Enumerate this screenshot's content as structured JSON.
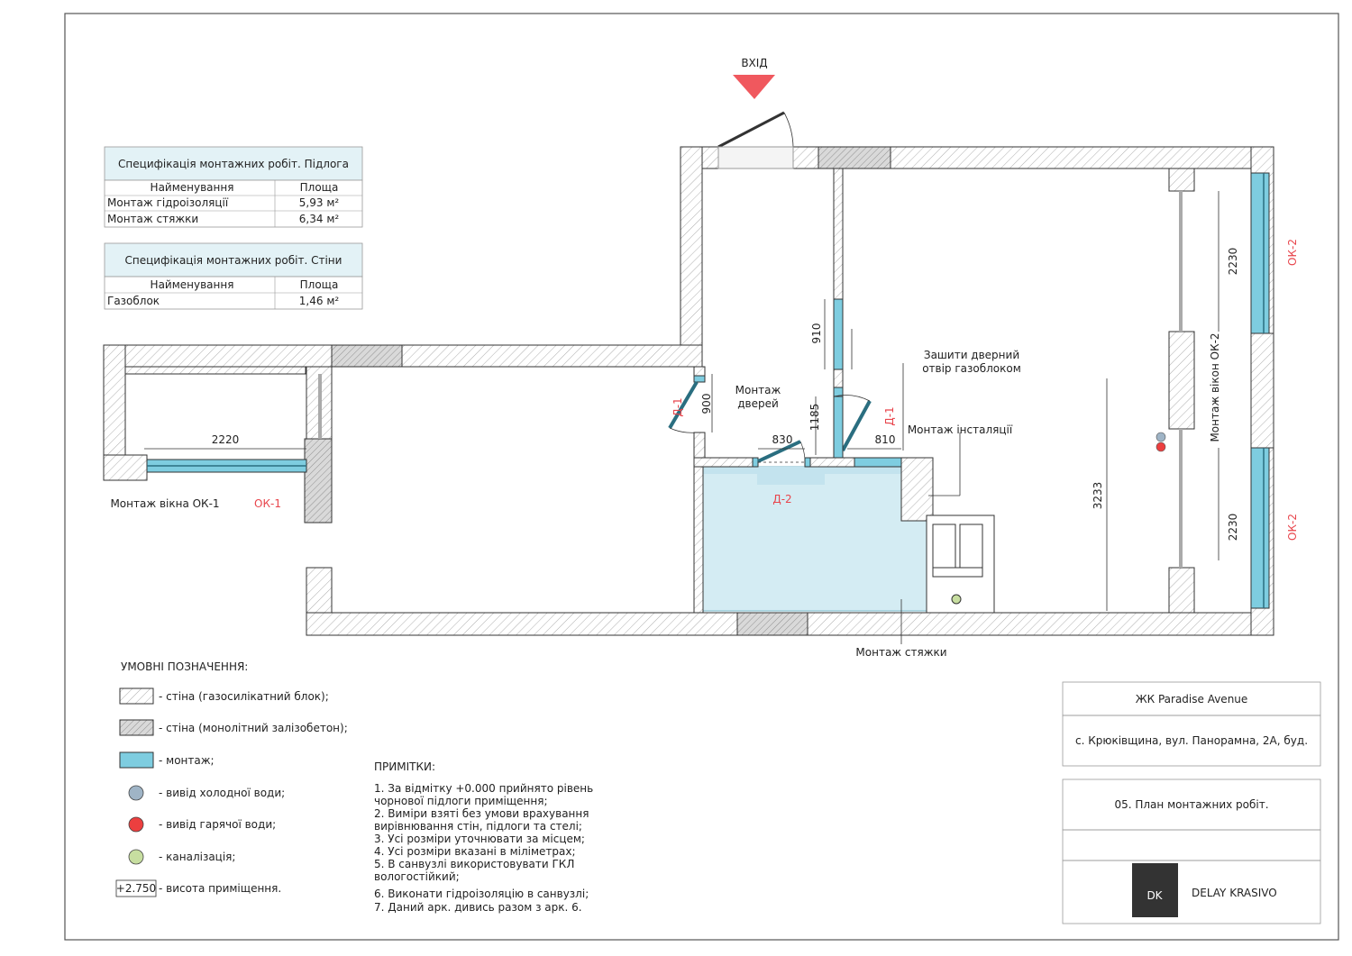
{
  "entry_label": "ВХІД",
  "spec_floor": {
    "title": "Специфікація монтажних робіт. Підлога",
    "col_name": "Найменування",
    "col_area": "Площа",
    "rows": [
      {
        "name": "Монтаж гідроізоляції",
        "area": "5,93 м²"
      },
      {
        "name": "Монтаж стяжки",
        "area": "6,34 м²"
      }
    ]
  },
  "spec_walls": {
    "title": "Специфікація монтажних робіт. Стіни",
    "col_name": "Найменування",
    "col_area": "Площа",
    "rows": [
      {
        "name": "Газоблок",
        "area": "1,46 м²"
      }
    ]
  },
  "plan": {
    "dims": {
      "window_ok1": "2220",
      "ok2_top": "2230",
      "ok2_bottom": "2230",
      "right_room_depth": "3233",
      "wall_opening": "910",
      "door_d1_left": "900",
      "door_d1_right": "1185",
      "door_d2": "830",
      "install_width": "810"
    },
    "tags": {
      "ok1": "ОК-1",
      "ok2_top": "ОК-2",
      "ok2_bottom": "ОК-2",
      "d1_left": "Д-1",
      "d1_right": "Д-1",
      "d2": "Д-2"
    },
    "annotations": {
      "window_ok1": "Монтаж вікна ОК-1",
      "windows_ok2": "Монтаж вікон ОК-2",
      "doors_line1": "Монтаж",
      "doors_line2": "дверей",
      "sew_line1": "Зашити дверний",
      "sew_line2": "отвір газоблоком",
      "installation": "Монтаж інсталяції",
      "screed": "Монтаж стяжки"
    }
  },
  "legend": {
    "title": "УМОВНІ ПОЗНАЧЕННЯ:",
    "items": [
      {
        "label": "- стіна (газосилікатний блок);"
      },
      {
        "label": "- стіна (монолітний залізобетон);"
      },
      {
        "label": "- монтаж;"
      },
      {
        "label": "- вивід холодної води;"
      },
      {
        "label": "- вивід гарячої води;"
      },
      {
        "label": "- каналізація;"
      },
      {
        "label": "- висота приміщення.",
        "badge": "+2.750"
      }
    ],
    "colors": {
      "montage": "#7ecde0",
      "cold_water": "#9fb4c6",
      "hot_water": "#ec3f3f",
      "sewer": "#c7dea0",
      "floor": "#d4ecf3"
    }
  },
  "notes": {
    "title": "ПРИМІТКИ:",
    "lines": [
      "1. За відмітку +0.000 прийнято рівень",
      "чорнової підлоги приміщення;",
      "2. Виміри взяті без умови врахування",
      "вирівнювання стін, підлоги та стелі;",
      "3. Усі розміри уточнювати за місцем;",
      "4. Усі розміри вказані в міліметрах;",
      "5. В санвузлі використовувати ГКЛ",
      "вологостійкий;",
      "6. Виконати гідроізоляцію в санвузлі;",
      "7. Даний арк. дивись разом з арк. 6."
    ]
  },
  "title_block": {
    "project": "ЖК Paradise Avenue",
    "address": "с. Крюківщина, вул. Панорамна, 2А, буд.",
    "sheet": "05. План монтажних робіт.",
    "logo": "DK",
    "company": "DELAY KRASIVO"
  }
}
